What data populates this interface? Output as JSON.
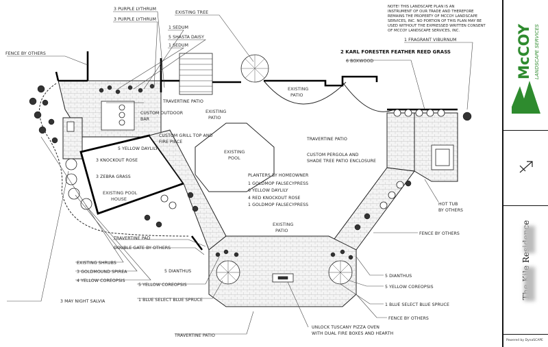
{
  "labels_left": [
    {
      "id": "fence-others-left",
      "text": "FENCE BY OTHERS"
    },
    {
      "id": "purple-lythrum-1",
      "text": "3 PURPLE LYTHRUM"
    },
    {
      "id": "purple-lythrum-2",
      "text": "3 PURPLE LYTHRUM"
    },
    {
      "id": "sedum-1",
      "text": "1 SEDUM"
    },
    {
      "id": "shasta-daisy",
      "text": "5 SHASTA DAISY"
    },
    {
      "id": "sedum-2",
      "text": "1 SEDUM"
    },
    {
      "id": "travertine-patio-top",
      "text": "TRAVERTINE PATIO"
    },
    {
      "id": "custom-outdoor-bar",
      "text": "CUSTOM OUTDOOR"
    },
    {
      "id": "custom-outdoor-bar-2",
      "text": "BAR"
    },
    {
      "id": "custom-grill",
      "text": "CUSTOM GRILL TOP AND"
    },
    {
      "id": "custom-grill-2",
      "text": "FIRE PIECE"
    },
    {
      "id": "yellow-daylily-left",
      "text": "5 YELLOW DAYLILY"
    },
    {
      "id": "knockout-rose-left",
      "text": "3 KNOCKOUT ROSE"
    },
    {
      "id": "zebra-grass",
      "text": "3 ZEBRA GRASS"
    },
    {
      "id": "travertine-pad",
      "text": "TRAVERTINE PAD"
    },
    {
      "id": "double-gate",
      "text": "DOUBLE GATE BY OTHERS"
    },
    {
      "id": "existing-shrubs",
      "text": "EXISTING SHRUBS"
    },
    {
      "id": "goldmound-spirea",
      "text": "3 GOLDMOUND SPIREA"
    },
    {
      "id": "yellow-coreopsis-4",
      "text": "4 YELLOW COREOPSIS"
    },
    {
      "id": "dianthus-left",
      "text": "5 DIANTHUS"
    },
    {
      "id": "yellow-coreopsis-5-left",
      "text": "5 YELLOW COREOPSIS"
    },
    {
      "id": "may-night-salvia",
      "text": "3 MAY NIGHT SALVIA"
    },
    {
      "id": "blue-spruce-left",
      "text": "1 BLUE SELECT BLUE SPRUCE"
    },
    {
      "id": "travertine-patio-bottom",
      "text": "TRAVERTINE PATIO"
    }
  ],
  "labels_right": [
    {
      "id": "existing-tree",
      "text": "EXISTING TREE"
    },
    {
      "id": "fragrant-viburnum",
      "text": "1 FRAGRANT VIBURNUM"
    },
    {
      "id": "boxwood",
      "text": "6 BOXWOOD"
    },
    {
      "id": "travertine-patio-right",
      "text": "TRAVERTINE PATIO"
    },
    {
      "id": "pergola",
      "text": "CUSTOM PERGOLA AND"
    },
    {
      "id": "pergola-2",
      "text": "SHADE TREE PATIO ENCLOSURE"
    },
    {
      "id": "planters",
      "text": "PLANTERS BY HOMEOWNER"
    },
    {
      "id": "goldmop-1",
      "text": "1 GOLDMOP FALSECYPRESS"
    },
    {
      "id": "yellow-daylily-center",
      "text": "6 YELLOW DAYLILY"
    },
    {
      "id": "red-knockout-rose",
      "text": "4 RED KNOCKOUT ROSE"
    },
    {
      "id": "goldmop-2",
      "text": "1 GOLDMOP FALSECYPRESS"
    },
    {
      "id": "hot-tub",
      "text": "HOT TUB"
    },
    {
      "id": "hot-tub-2",
      "text": "BY OTHERS"
    },
    {
      "id": "fence-others-right",
      "text": "FENCE BY OTHERS"
    },
    {
      "id": "dianthus-right",
      "text": "5 DIANTHUS"
    },
    {
      "id": "yellow-coreopsis-right",
      "text": "5 YELLOW COREOPSIS"
    },
    {
      "id": "blue-spruce-right",
      "text": "1 BLUE SELECT BLUE SPRUCE"
    },
    {
      "id": "fence-others-bottom",
      "text": "FENCE BY OTHERS"
    },
    {
      "id": "pizza-oven",
      "text": "UNLOCK TUSCANY PIZZA OVEN"
    },
    {
      "id": "pizza-oven-2",
      "text": "WITH DUAL FIRE BOXES AND HEARTH"
    }
  ],
  "labels_bold": {
    "feather-reed-grass": "2 KARL FORESTER FEATHER REED GRASS"
  },
  "areas": {
    "existing_patio_top": "EXISTING",
    "existing_patio_top_2": "PATIO",
    "existing_patio_left": "EXISTING",
    "existing_patio_left_2": "PATIO",
    "existing_pool": "EXISTING",
    "existing_pool_2": "POOL",
    "pool_house": "EXISTING POOL",
    "pool_house_2": "HOUSE",
    "existing_patio_center": "EXISTING",
    "existing_patio_center_2": "PATIO"
  },
  "note_lines": [
    "NOTE! THIS LANDSCAPE PLAN IS AN",
    "INSTRUMENT OF OUR TRADE AND THEREFORE",
    "REMAINS THE PROPERTY OF MCCOY LANDSCAPE",
    "SERVICES, INC. NO PORTION OF THIS PLAN MAY BE",
    "USED WITHOUT THE EXPRESSED WRITTEN CONSENT",
    "OF MCCOY LANDSCAPE SERVICES, INC."
  ],
  "title_block": {
    "logo_name": "McCOY",
    "logo_sub": "LANDSCAPE SERVICES",
    "project": "The Kile Residence",
    "powered": "Powered by DynaSCAPE",
    "brand_color": "#2e8b2e"
  }
}
